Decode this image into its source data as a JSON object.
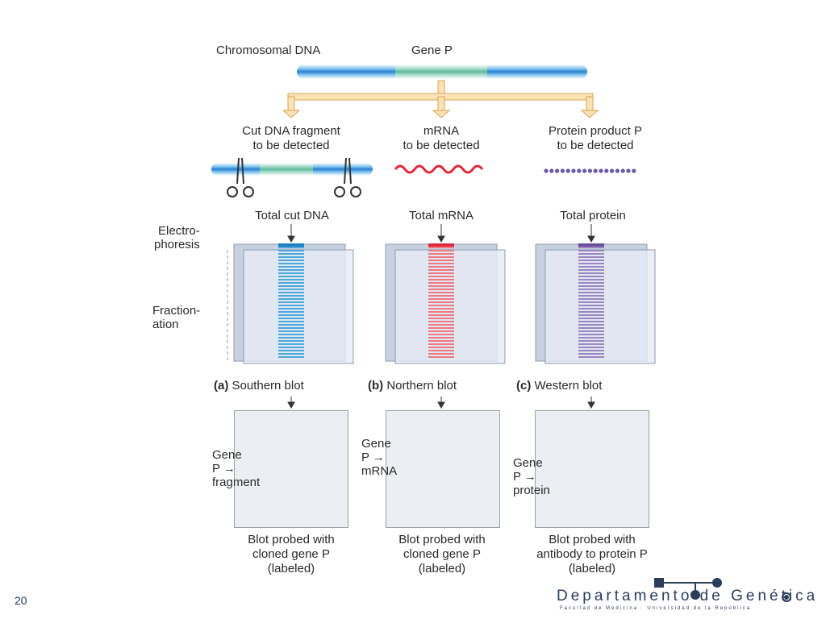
{
  "top": {
    "chromosomal_dna": "Chromosomal DNA",
    "gene_p": "Gene P"
  },
  "targets": {
    "dna": "Cut DNA fragment\nto be detected",
    "mrna": "mRNA\nto be detected",
    "protein": "Protein product P\nto be detected"
  },
  "totals": {
    "dna": "Total cut DNA",
    "mrna": "Total mRNA",
    "protein": "Total protein"
  },
  "side_labels": {
    "electrophoresis": "Electro-\nphoresis",
    "fractionation": "Fraction-\nation"
  },
  "blots": {
    "southern": {
      "letter": "(a)",
      "name": "Southern blot"
    },
    "northern": {
      "letter": "(b)",
      "name": "Northern blot"
    },
    "western": {
      "letter": "(c)",
      "name": "Western blot"
    }
  },
  "results": {
    "southern": "Gene\nP →\nfragment",
    "northern": "Gene\nP →\nmRNA",
    "western": "Gene\nP →\nprotein"
  },
  "captions": {
    "southern": "Blot probed with\ncloned gene P\n(labeled)",
    "northern": "Blot probed with\ncloned gene P\n(labeled)",
    "western": "Blot probed with\nantibody to protein P\n(labeled)"
  },
  "colors": {
    "dna_lane": "#4aa8dd",
    "rna_lane": "#f07880",
    "protein_lane": "#9a86c2",
    "dna_band": "#1f7fc0",
    "rna_band": "#e0283c",
    "protein_band": "#6a4f9a",
    "bracket": "#f0c070"
  },
  "footer": {
    "page_number": "20",
    "department": "Departamento de Genética",
    "faculty": "Facultad de Medicina · Universidad de la República"
  }
}
